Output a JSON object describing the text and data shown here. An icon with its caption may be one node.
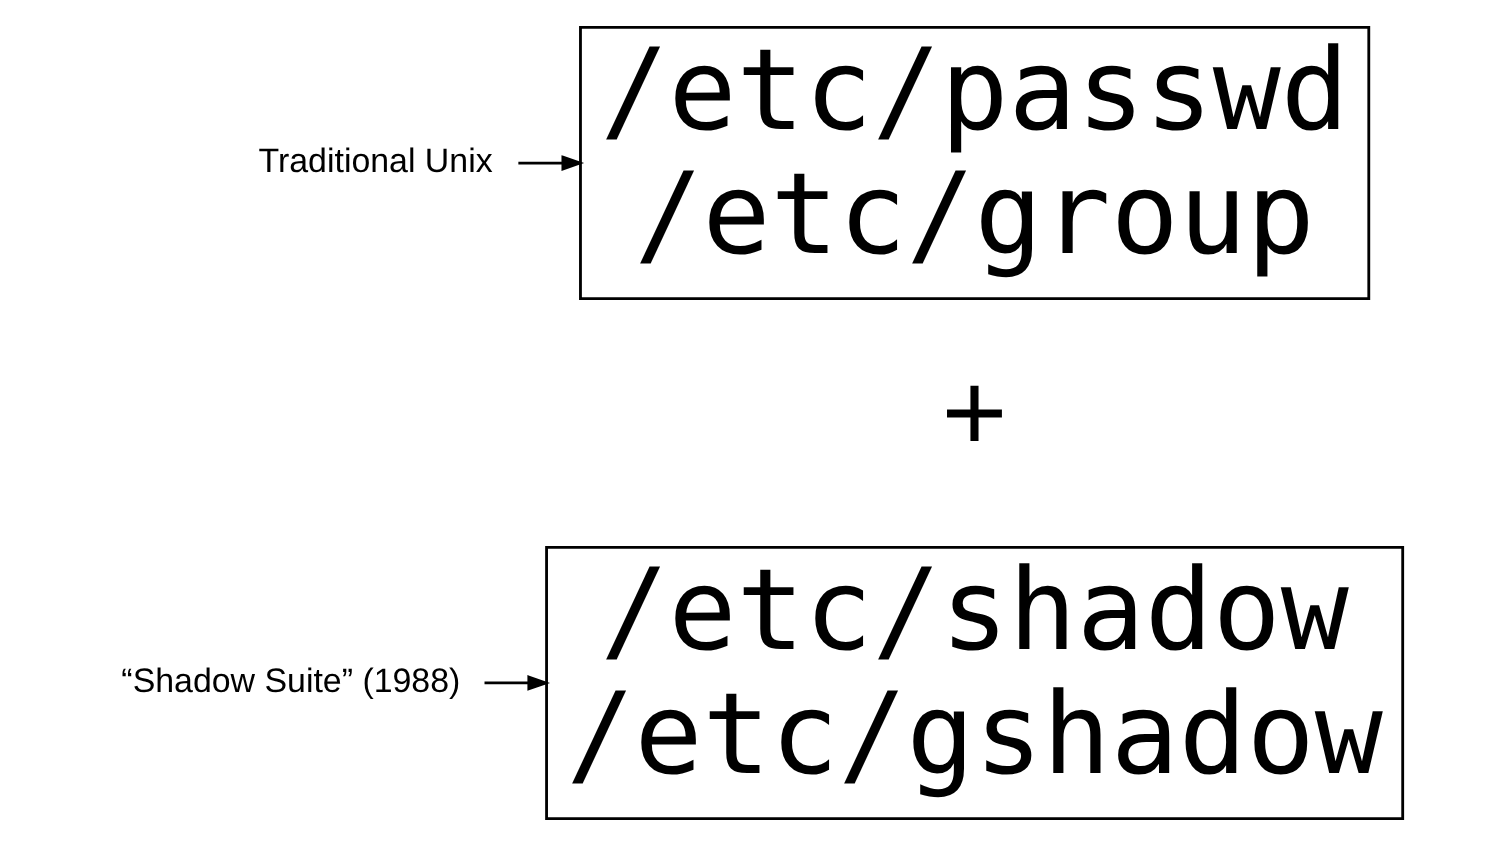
{
  "diagram": {
    "nodes": [
      {
        "text": [
          "/etc/passwd",
          "/etc/group"
        ]
      },
      {
        "text": [
          "Traditional Unix"
        ]
      },
      {
        "text": [
          "/etc/shadow",
          "/etc/gshadow"
        ]
      },
      {
        "text": [
          "“Shadow Suite” (1988)"
        ]
      }
    ],
    "edges": [
      {
        "from": 1,
        "to": 0,
        "arrow": "to"
      },
      {
        "from": 3,
        "to": 2,
        "arrow": "to"
      }
    ],
    "labels": [
      "+"
    ]
  }
}
